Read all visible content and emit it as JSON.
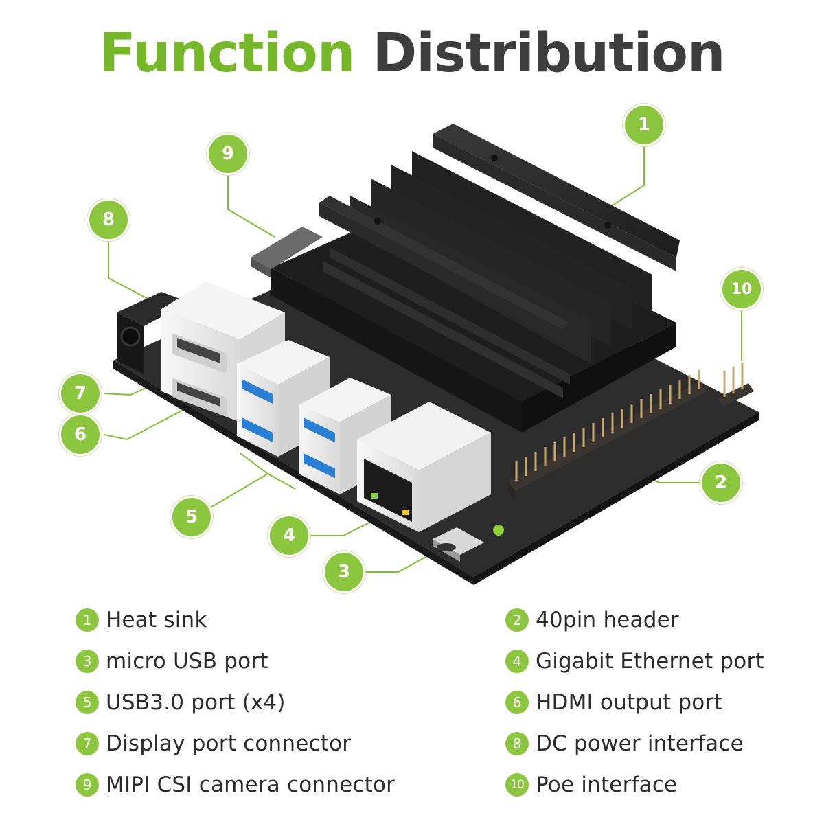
{
  "title": {
    "part1": "Function",
    "part2": "Distribution"
  },
  "colors": {
    "accent": "#8cc63f",
    "title_green": "#76b82a",
    "title_dark": "#3d3d3d",
    "board": "#2a2a2a",
    "heatsink": "#262626",
    "port_white": "#efefef",
    "usb_blue": "#2a7fd4"
  },
  "callouts": [
    {
      "num": "1"
    },
    {
      "num": "2"
    },
    {
      "num": "3"
    },
    {
      "num": "4"
    },
    {
      "num": "5"
    },
    {
      "num": "6"
    },
    {
      "num": "7"
    },
    {
      "num": "8"
    },
    {
      "num": "9"
    },
    {
      "num": "10"
    }
  ],
  "legend": [
    {
      "num": "1",
      "label": "Heat sink"
    },
    {
      "num": "2",
      "label": "40pin header"
    },
    {
      "num": "3",
      "label": "micro USB port"
    },
    {
      "num": "4",
      "label": "Gigabit Ethernet port"
    },
    {
      "num": "5",
      "label": "USB3.0 port (x4)"
    },
    {
      "num": "6",
      "label": "HDMI output port"
    },
    {
      "num": "7",
      "label": "Display port connector"
    },
    {
      "num": "8",
      "label": "DC power interface"
    },
    {
      "num": "9",
      "label": "MIPI CSI camera connector"
    },
    {
      "num": "10",
      "label": "Poe interface"
    }
  ]
}
